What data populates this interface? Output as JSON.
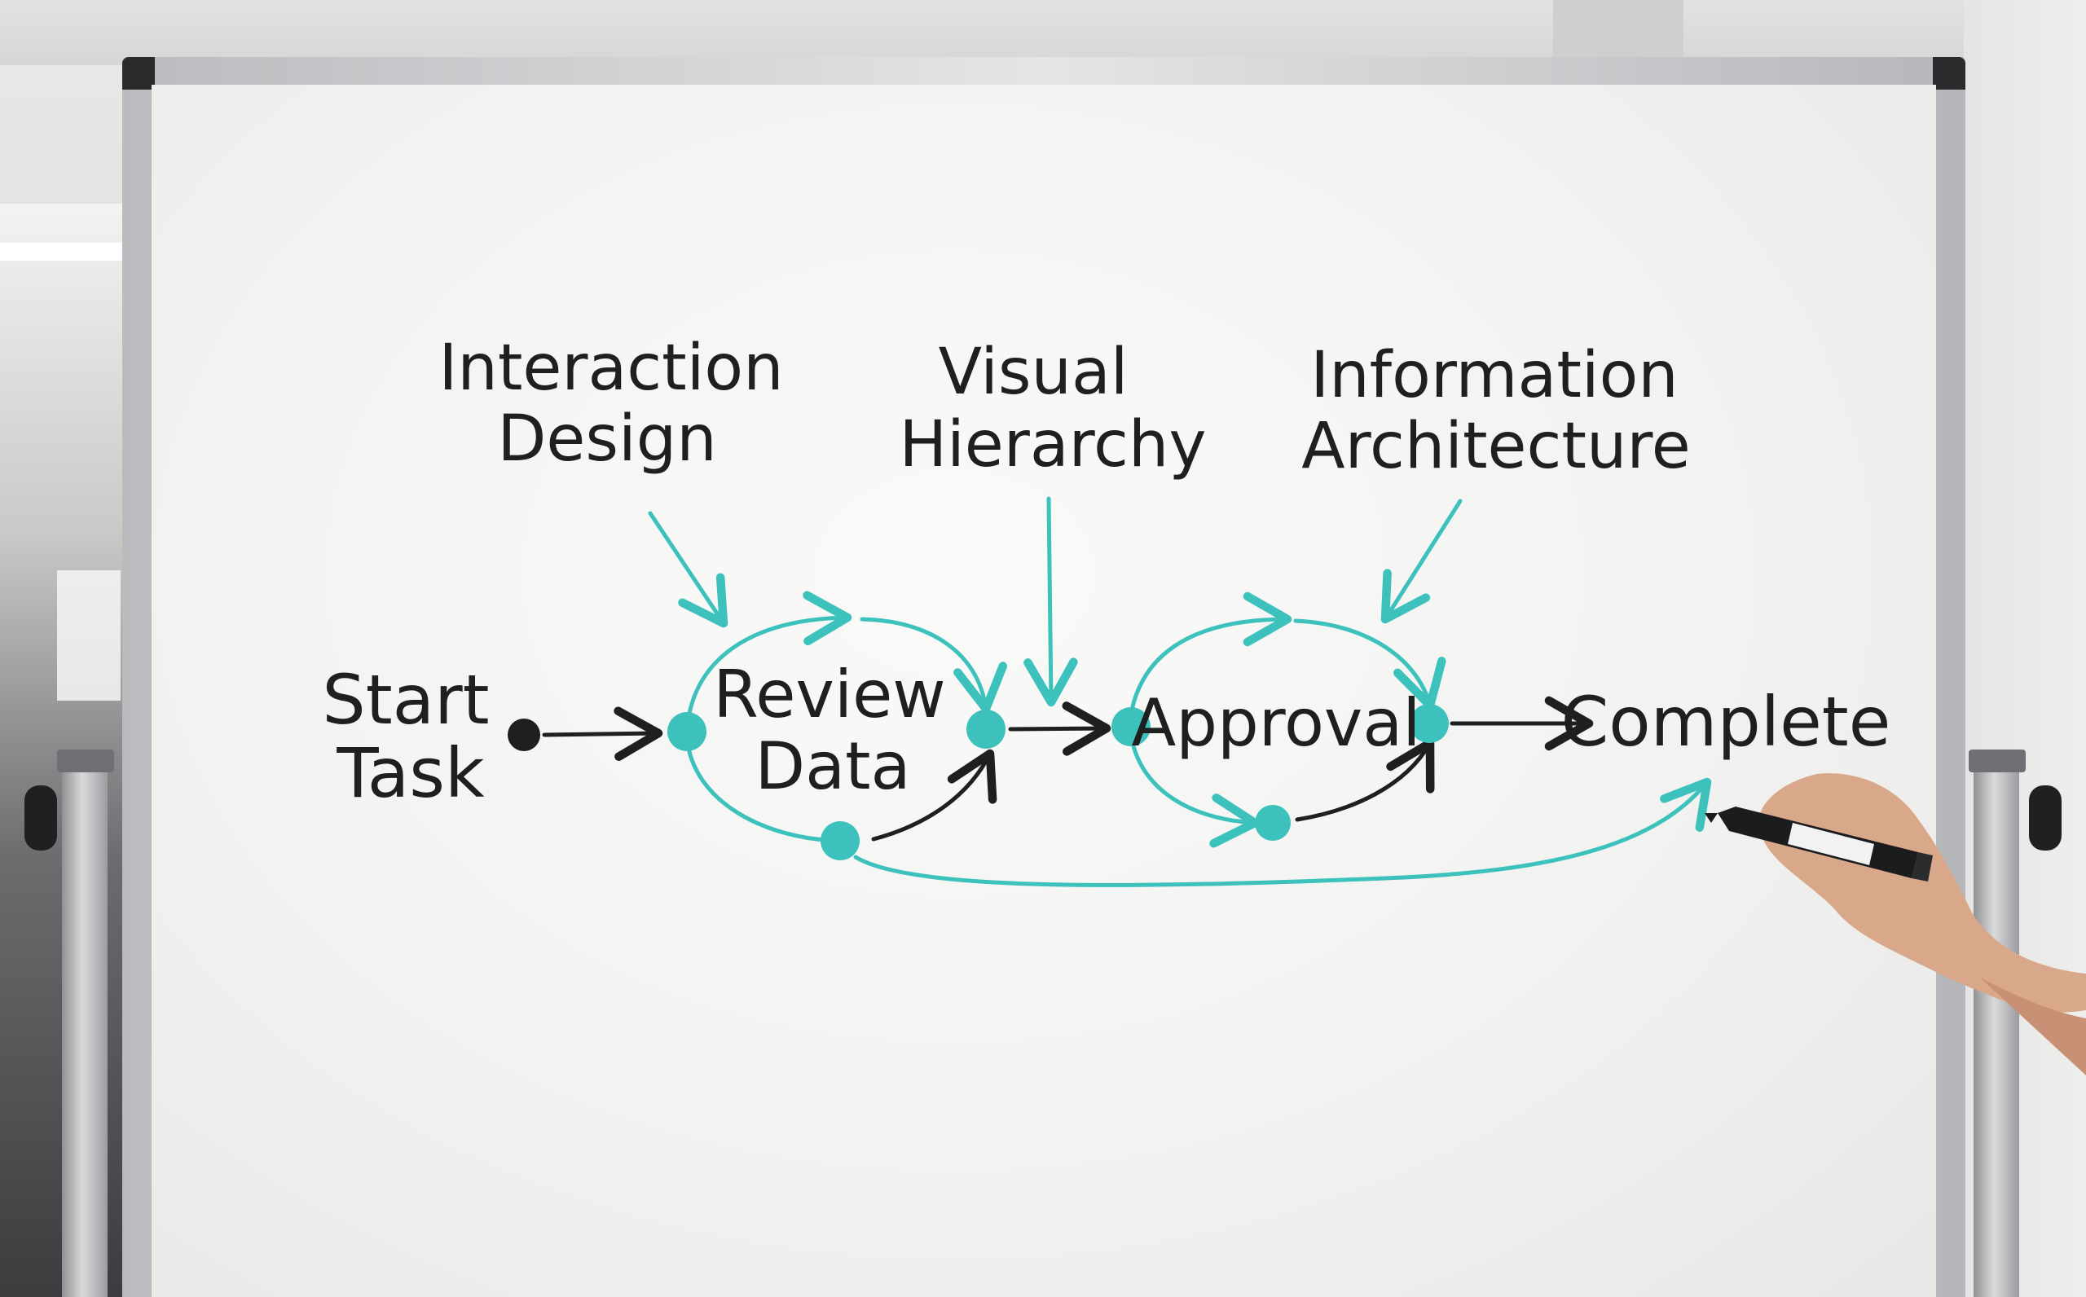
{
  "colors": {
    "ink": "#1e1f21",
    "teal": "#3cc1bc",
    "board": "#f4f4f2",
    "frame": "#c9cbce"
  },
  "diagram": {
    "input_labels": [
      {
        "line1": "Interaction",
        "line2": "Design"
      },
      {
        "line1": "Visual",
        "line2": "Hierarchy"
      },
      {
        "line1": "Information",
        "line2": "Architecture"
      }
    ],
    "nodes": [
      {
        "line1": "Start",
        "line2": "Task"
      },
      {
        "line1": "Review",
        "line2": "Data"
      },
      {
        "line1": "Approval",
        "line2": ""
      },
      {
        "line1": "Complete",
        "line2": ""
      }
    ]
  },
  "icons": {
    "marker": "whiteboard-marker-icon",
    "hand": "hand-icon"
  }
}
